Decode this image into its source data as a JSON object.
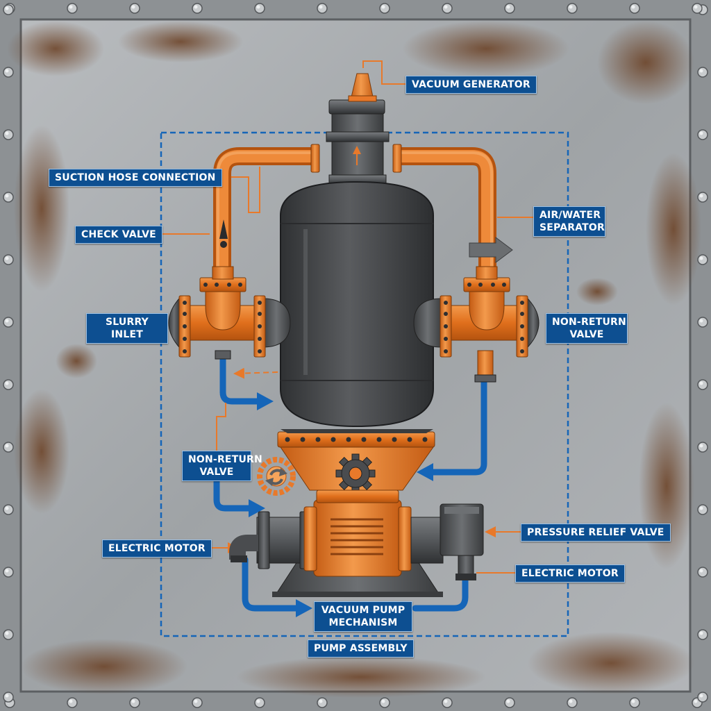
{
  "colors": {
    "callout_blue": "#0d4f91",
    "pipe_orange": "#e8792a",
    "flow_blue": "#1565b8",
    "vessel_grey": "#4a4c4f",
    "panel_steel": "#a9adb0"
  },
  "labels": {
    "vacuum_generator": "VACUUM GENERATOR",
    "suction_hose_connection": "SUCTION HOSE CONNECTION",
    "check_valve": "CHECK VALVE",
    "air_water_separator": [
      "AIR/WATER",
      "SEPARATOR"
    ],
    "slurry_inlet": [
      "SLURRY",
      "INLET"
    ],
    "non_return_valve_right": [
      "NON-RETURN",
      "VALVE"
    ],
    "non_return_valve_left": [
      "NON-RETURN",
      "VALVE"
    ],
    "electric_motor_left": "ELECTRIC MOTOR",
    "pressure_relief_valve": "PRESSURE RELIEF VALVE",
    "electric_motor_right": "ELECTRIC MOTOR",
    "vacuum_pump_mechanism": [
      "VACUUM PUMP",
      "MECHANISM"
    ],
    "pump_assembly": "PUMP ASSEMBLY"
  },
  "icons": [
    "gear-icon",
    "rotation-gear-icon",
    "flow-arrow-icon",
    "check-valve-arrow-icon",
    "rivet-icon"
  ]
}
